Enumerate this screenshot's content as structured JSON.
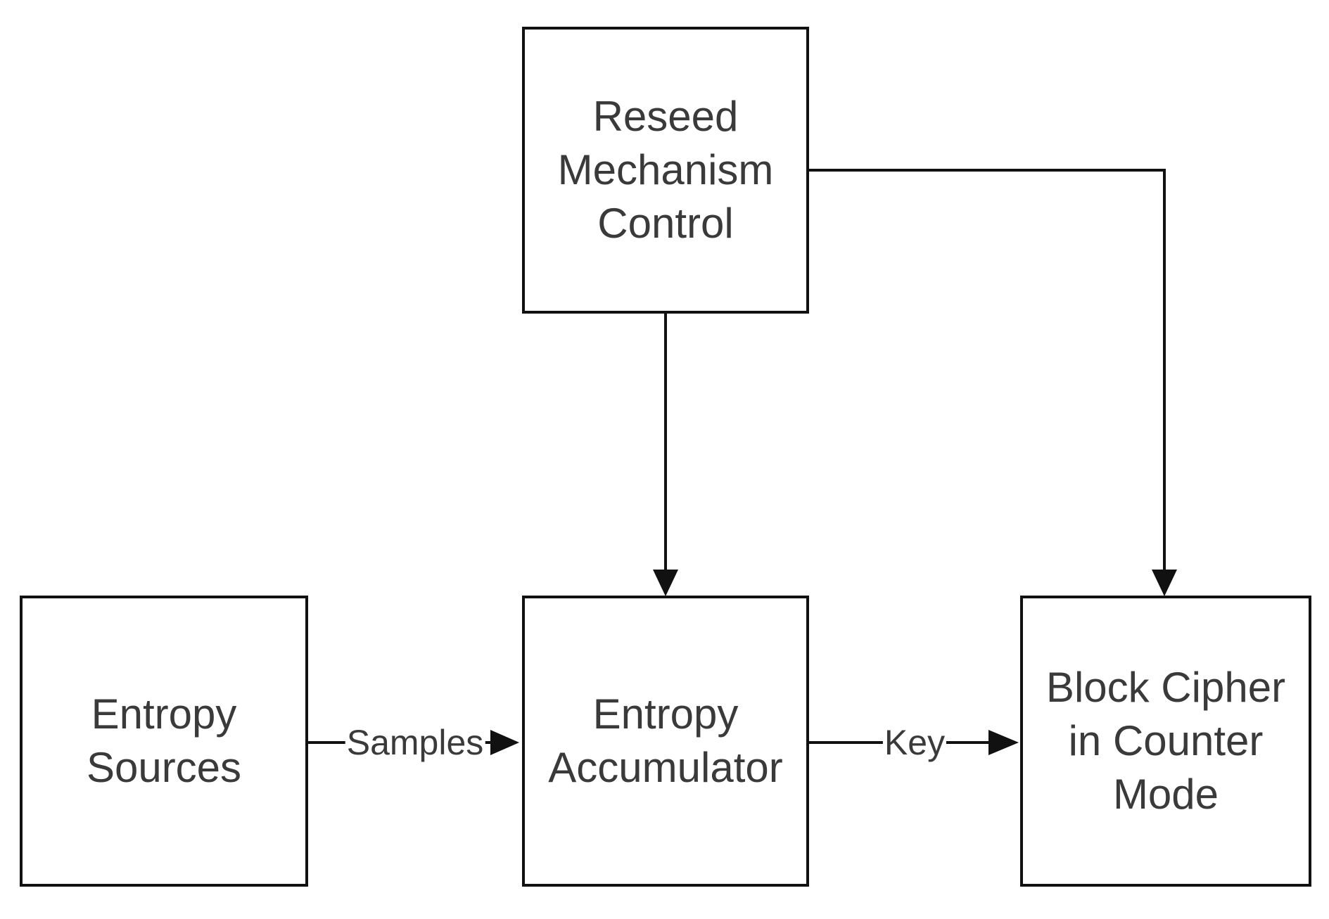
{
  "nodes": {
    "reseed": {
      "label": "Reseed\nMechanism\nControl"
    },
    "sources": {
      "label": "Entropy\nSources"
    },
    "accumulator": {
      "label": "Entropy\nAccumulator"
    },
    "cipher": {
      "label": "Block Cipher\nin Counter\nMode"
    }
  },
  "edges": {
    "sources_to_accumulator": {
      "label": "Samples"
    },
    "accumulator_to_cipher": {
      "label": "Key"
    },
    "reseed_to_accumulator": {
      "label": ""
    },
    "reseed_to_cipher": {
      "label": ""
    }
  },
  "colors": {
    "stroke": "#111111",
    "text": "#3a3a3a",
    "background": "#ffffff"
  }
}
